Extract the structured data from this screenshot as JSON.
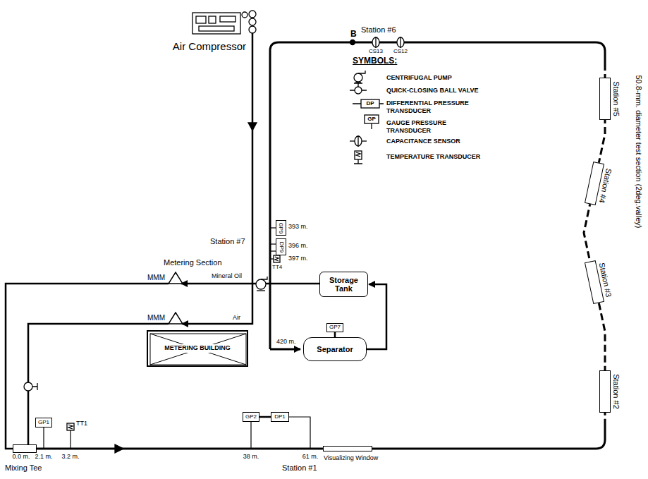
{
  "diagram": {
    "nodes": [
      {
        "text": [
          "Air Compressor"
        ]
      },
      {
        "text": [
          "Storage Tank"
        ]
      },
      {
        "text": [
          "Separator"
        ]
      },
      {
        "text": [
          "GP7"
        ]
      },
      {
        "text": [
          "METERING BUILDING"
        ]
      },
      {
        "text": [
          "MMM"
        ]
      },
      {
        "text": [
          "MMM"
        ]
      },
      {
        "text": [
          "GP1"
        ]
      },
      {
        "text": [
          "GP2"
        ]
      },
      {
        "text": [
          "DP1"
        ]
      },
      {
        "text": [
          "Visualizing Window"
        ]
      },
      {
        "text": [
          "Station #2"
        ]
      },
      {
        "text": [
          "Station #3"
        ]
      },
      {
        "text": [
          "Station #4"
        ]
      },
      {
        "text": [
          "Station #5"
        ]
      },
      {
        "text": [
          "DP9"
        ]
      },
      {
        "text": [
          "GP9"
        ]
      },
      {
        "text": [
          "Mixing Tee"
        ]
      }
    ],
    "edges": [
      {
        "from": 2,
        "to": 1,
        "arrow": "to"
      },
      {
        "from": 3,
        "to": 2,
        "arrow": "none"
      },
      {
        "from": 1,
        "to": 5,
        "arrow": "to"
      },
      {
        "from": 5,
        "to": 17,
        "arrow": "none"
      },
      {
        "from": 6,
        "to": 17,
        "arrow": "none"
      },
      {
        "from": 0,
        "to": 6,
        "arrow": "to"
      },
      {
        "from": 8,
        "to": 9,
        "arrow": "none"
      }
    ],
    "labels": [
      "B",
      "Station #6",
      "CS13",
      "CS12",
      "SYMBOLS:",
      "DP",
      "GP",
      "393 m.",
      "Station #7",
      "396 m.",
      "397 m.",
      "TT4",
      "Metering Section",
      "Mineral Oil",
      "Air",
      "420 m.",
      "TT1",
      "0.0 m.",
      "2.1 m.",
      "3.2 m.",
      "38 m.",
      "61 m.",
      "Station #1",
      "50.8-mm. diameter test section (2deg.valley)"
    ],
    "legend": [
      {
        "text": "CENTRIFUGAL PUMP"
      },
      {
        "text": "QUICK-CLOSING BALL VALVE"
      },
      {
        "text": "DIFFERENTIAL PRESSURE TRANSDUCER"
      },
      {
        "text": "GAUGE PRESSURE TRANSDUCER"
      },
      {
        "text": "CAPACITANCE SENSOR"
      },
      {
        "text": "TEMPERATURE TRANSDUCER"
      }
    ]
  }
}
